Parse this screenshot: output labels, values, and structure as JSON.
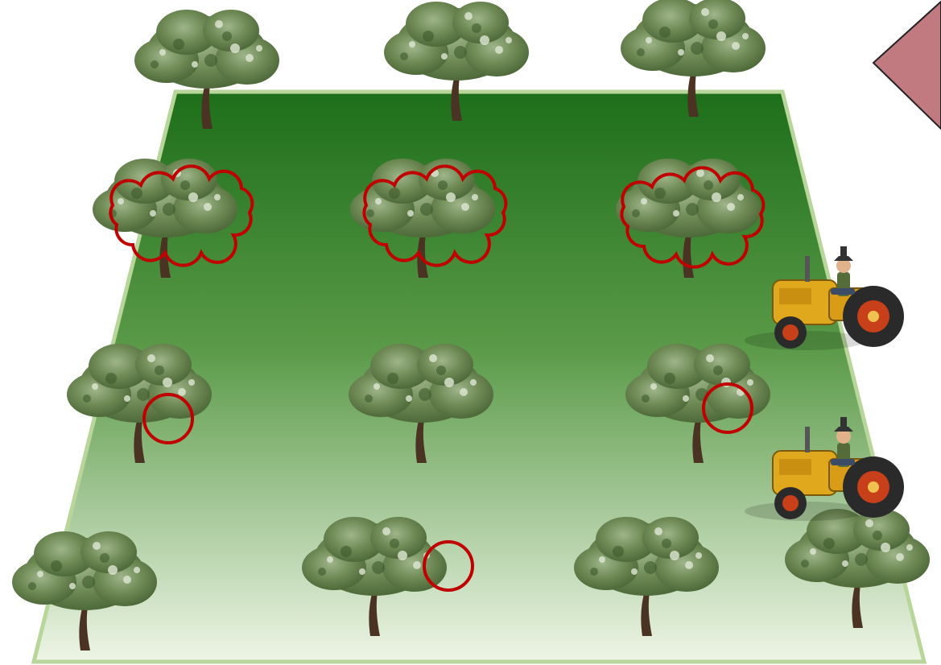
{
  "scene": {
    "field_color_top": "#1d6e1a",
    "field_color_bottom": "#eef5e6",
    "field_border": "#b8d69a",
    "highlight_color": "#c00000",
    "nav_arrow_color": "#c07a80",
    "trees": [
      {
        "row": 1,
        "col": 1,
        "mark": "none"
      },
      {
        "row": 1,
        "col": 2,
        "mark": "none"
      },
      {
        "row": 1,
        "col": 3,
        "mark": "none"
      },
      {
        "row": 2,
        "col": 1,
        "mark": "cloud"
      },
      {
        "row": 2,
        "col": 2,
        "mark": "cloud"
      },
      {
        "row": 2,
        "col": 3,
        "mark": "cloud"
      },
      {
        "row": 3,
        "col": 1,
        "mark": "circle"
      },
      {
        "row": 3,
        "col": 2,
        "mark": "none"
      },
      {
        "row": 3,
        "col": 3,
        "mark": "circle"
      },
      {
        "row": 4,
        "col": 1,
        "mark": "none"
      },
      {
        "row": 4,
        "col": 2,
        "mark": "circle"
      },
      {
        "row": 4,
        "col": 3,
        "mark": "none"
      },
      {
        "row": 4,
        "col": 4,
        "mark": "none"
      }
    ],
    "tractors": [
      {
        "label": "tractor-with-driver"
      },
      {
        "label": "tractor-with-driver"
      }
    ]
  }
}
